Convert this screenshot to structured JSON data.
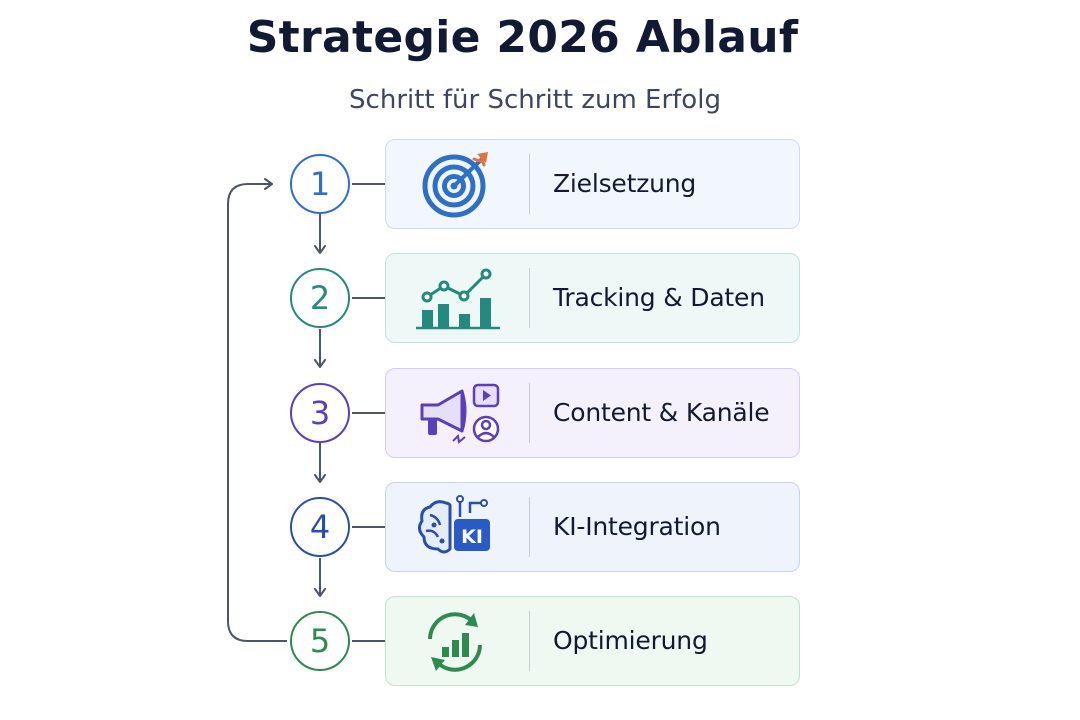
{
  "title": "Strategie 2026 Ablauf",
  "subtitle": "Schritt für Schritt zum Erfolg",
  "steps": [
    {
      "number": "1",
      "label": "Zielsetzung",
      "icon": "target-icon",
      "color": "#2f6fc4",
      "bg": "#f2f6fd",
      "border": "#cfdcf0"
    },
    {
      "number": "2",
      "label": "Tracking & Daten",
      "icon": "chart-growth-icon",
      "color": "#248a7e",
      "bg": "#eef8f6",
      "border": "#bfe3dc"
    },
    {
      "number": "3",
      "label": "Content & Kanäle",
      "icon": "megaphone-icon",
      "color": "#5a3fb8",
      "bg": "#f4f1fc",
      "border": "#d6cdf0"
    },
    {
      "number": "4",
      "label": "KI-Integration",
      "icon": "ai-brain-icon",
      "color": "#2a4fa8",
      "bg": "#eef3fc",
      "border": "#c6d5ef"
    },
    {
      "number": "5",
      "label": "Optimierung",
      "icon": "optimization-cycle-icon",
      "color": "#2f8a4f",
      "bg": "#eff8f1",
      "border": "#c3e3cb"
    }
  ],
  "icon_text": {
    "ki_badge": "KI"
  },
  "connector_color": "#4a5568"
}
